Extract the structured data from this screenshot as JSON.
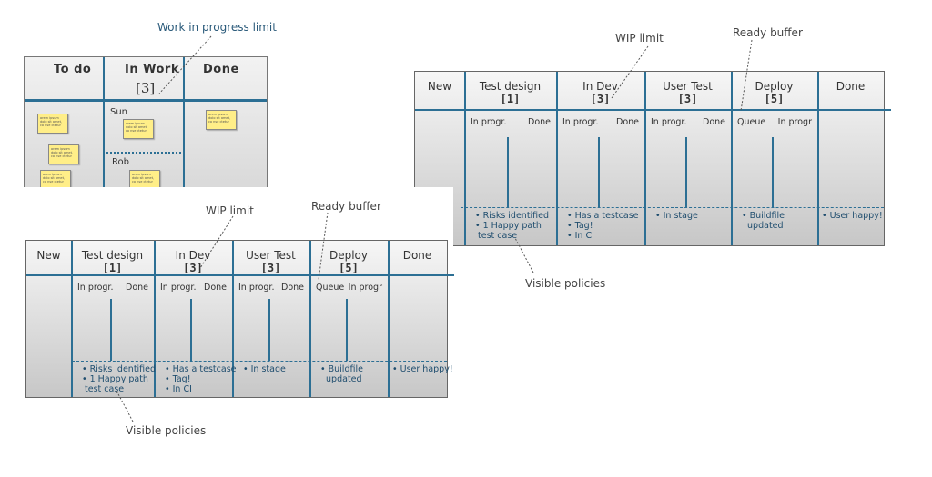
{
  "whiteboard": {
    "annotation": "Work in progress limit",
    "columns": [
      "To do",
      "In Work",
      "Done"
    ],
    "wip_limit": "[3]",
    "lanes": [
      "Sun",
      "Rob"
    ],
    "note_text": "orem ipsum dolo sit amet, co nse ctetur"
  },
  "board_right": {
    "annotations": {
      "wip": "WIP limit",
      "ready": "Ready buffer",
      "policies": "Visible policies"
    },
    "columns": [
      {
        "title": "New",
        "limit": ""
      },
      {
        "title": "Test design",
        "limit": "[1]",
        "sub": [
          "In progr.",
          "Done"
        ],
        "policy": "• Risks identified\n• 1 Happy path\n test case"
      },
      {
        "title": "In Dev",
        "limit": "[3]",
        "sub": [
          "In progr.",
          "Done"
        ],
        "policy": "• Has a testcase\n• Tag!\n• In CI"
      },
      {
        "title": "User Test",
        "limit": "[3]",
        "sub": [
          "In progr.",
          "Done"
        ],
        "policy": "• In stage"
      },
      {
        "title": "Deploy",
        "limit": "[5]",
        "sub": [
          "Queue",
          "In progr"
        ],
        "policy": "• Buildfile\n  updated"
      },
      {
        "title": "Done",
        "limit": "",
        "policy": "• User happy!"
      }
    ]
  },
  "board_left": {
    "annotations": {
      "wip": "WIP limit",
      "ready": "Ready buffer",
      "policies": "Visible policies"
    },
    "columns": [
      {
        "title": "New",
        "limit": ""
      },
      {
        "title": "Test design",
        "limit": "[1]",
        "sub": [
          "In progr.",
          "Done"
        ],
        "policy": "• Risks identified\n• 1 Happy path\n test case"
      },
      {
        "title": "In Dev",
        "limit": "[3]",
        "sub": [
          "In progr.",
          "Done"
        ],
        "policy": "• Has a testcase\n• Tag!\n• In CI"
      },
      {
        "title": "User Test",
        "limit": "[3]",
        "sub": [
          "In progr.",
          "Done"
        ],
        "policy": "• In stage"
      },
      {
        "title": "Deploy",
        "limit": "[5]",
        "sub": [
          "Queue",
          "In progr"
        ],
        "policy": "• Buildfile\n  updated"
      },
      {
        "title": "Done",
        "limit": "",
        "policy": "• User happy!"
      }
    ]
  }
}
